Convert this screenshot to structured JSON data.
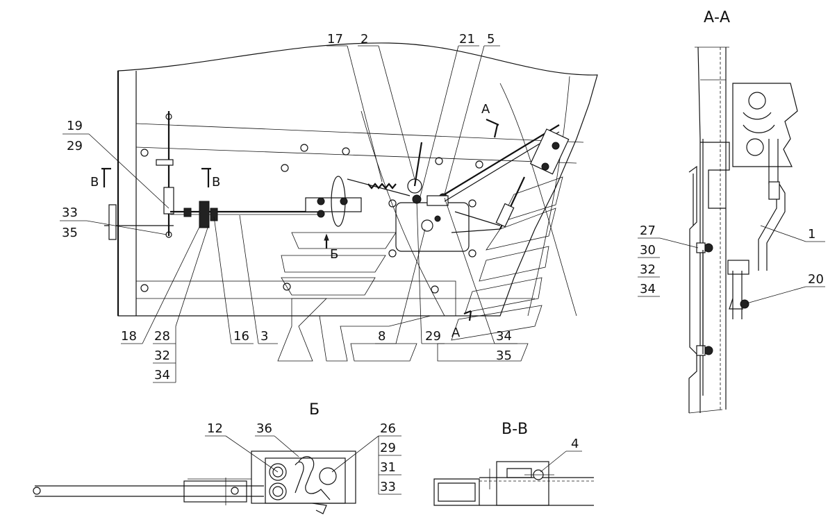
{
  "views": {
    "section_aa": "А-А",
    "view_b": "Б",
    "section_vv": "В-В"
  },
  "markers": {
    "a_top": "А",
    "a_bottom": "А",
    "b_arrow": "Б",
    "v_left": "В",
    "v_right": "В"
  },
  "callouts": {
    "main": [
      "17",
      "2",
      "21",
      "5",
      "19",
      "29",
      "33",
      "35",
      "18",
      "28",
      "32",
      "34",
      "16",
      "3",
      "8",
      "29",
      "34",
      "35"
    ],
    "section_aa": [
      "27",
      "30",
      "32",
      "34",
      "1",
      "20"
    ],
    "view_b": [
      "12",
      "36",
      "26",
      "29",
      "31",
      "33"
    ],
    "section_vv": [
      "4"
    ]
  }
}
